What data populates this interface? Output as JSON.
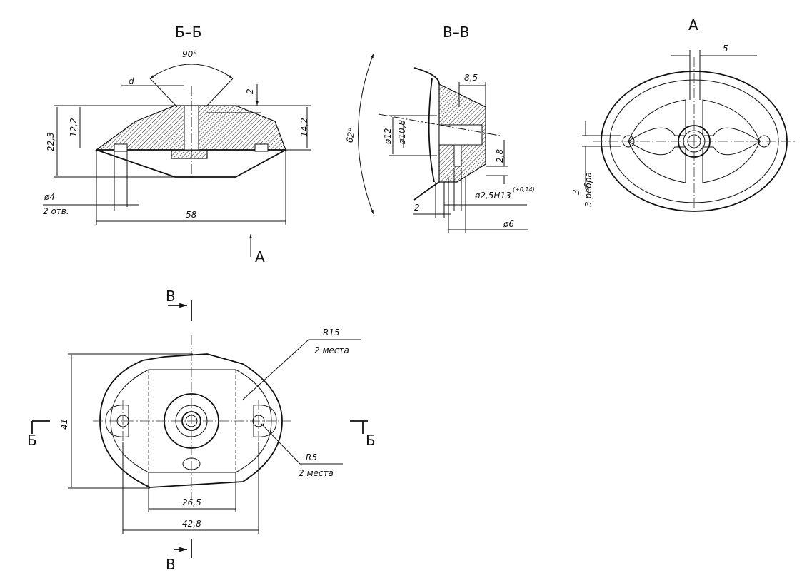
{
  "views": {
    "section_bb": {
      "title": "Б–Б",
      "angle": "90°",
      "d": "d",
      "dim_2": "2",
      "dim_12_2": "12,2",
      "dim_22_3": "22,3",
      "dim_14_2": "14,2",
      "hole_dia": "ø4",
      "hole_count": "2 отв.",
      "width": "58",
      "view_arrow": "А"
    },
    "section_vv": {
      "title": "В–В",
      "angle": "62°",
      "dia_12": "ø12",
      "dia_10_8": "ø10,8",
      "dim_8_5": "8,5",
      "dim_2_8": "2,8",
      "hole": "ø2,5H13",
      "tolerance": "(+0,14)",
      "dim_2": "2",
      "dia_6": "ø6"
    },
    "view_a": {
      "title": "А",
      "dim_5": "5",
      "rib_thickness": "3",
      "rib_note": "3 ребра"
    },
    "plan": {
      "cut_v_top": "В",
      "cut_v_bottom": "В",
      "cut_b_left": "Б",
      "cut_b_right": "Б",
      "r15": "R15",
      "r15_note": "2 места",
      "r5": "R5",
      "r5_note": "2 места",
      "height": "41",
      "dim_26_5": "26,5",
      "dim_42_8": "42,8"
    }
  }
}
